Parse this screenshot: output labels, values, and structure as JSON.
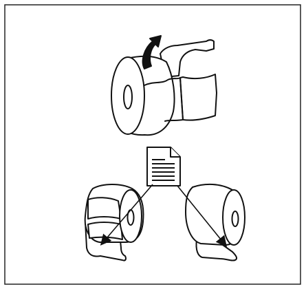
{
  "figure": {
    "panels": [
      {
        "id": "tear-roll",
        "icon": "peeled-paper-roll-with-curved-arrow-icon"
      },
      {
        "id": "document",
        "icon": "document-icon"
      },
      {
        "id": "label-roll-left",
        "icon": "label-roll-icon"
      },
      {
        "id": "label-roll-right",
        "icon": "label-roll-icon"
      }
    ],
    "colors": {
      "stroke": "#111111",
      "fill": "#ffffff",
      "border": "#222222"
    }
  }
}
